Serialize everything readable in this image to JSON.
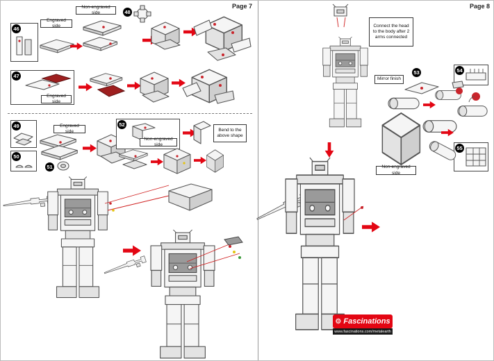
{
  "page7": {
    "label": "Page 7",
    "badges": {
      "b46": "46",
      "b47": "47",
      "b48": "48",
      "b49": "49",
      "b50": "50",
      "b51": "51",
      "b52": "52"
    },
    "callouts": {
      "non_engraved_top": "Non-engraved side",
      "engraved_a": "Engraved side",
      "engraved_b": "Engraved side",
      "engraved_c": "Engraved side",
      "non_engraved_52": "Non-engraved side",
      "bend": "Bend to the above shape"
    }
  },
  "page8": {
    "label": "Page 8",
    "badges": {
      "b53": "53",
      "b54": "54",
      "b55": "55"
    },
    "callouts": {
      "connect_head": "Connect the head to the body after 2 arms connected",
      "mirror_finish": "Mirror finish",
      "non_engraved": "Non-engraved side"
    }
  },
  "branding": {
    "name": "Fascinations",
    "url": "www.fascinations.com/metalearth"
  }
}
